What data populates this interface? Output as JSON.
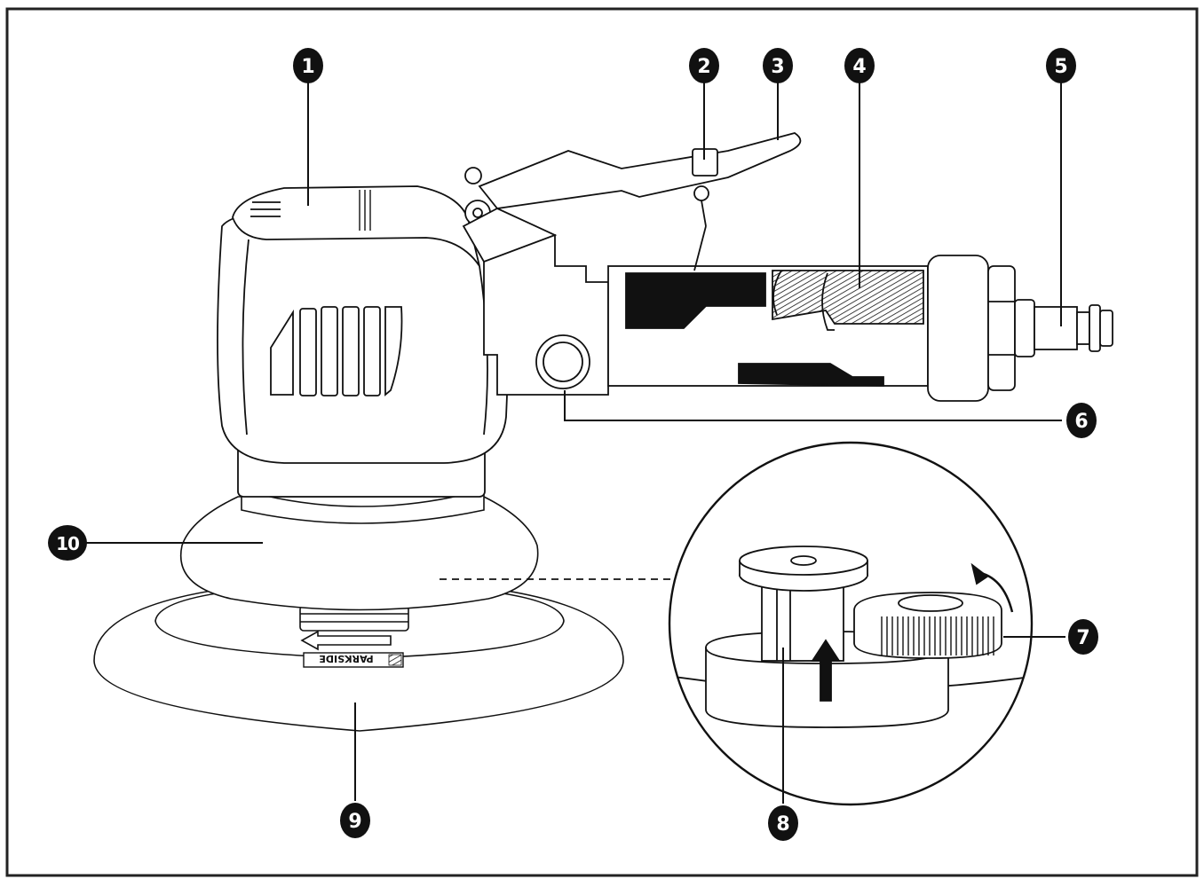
{
  "diagram": {
    "brand_label": "PARKSIDE",
    "callouts": [
      {
        "number": "1"
      },
      {
        "number": "2"
      },
      {
        "number": "3"
      },
      {
        "number": "4"
      },
      {
        "number": "5"
      },
      {
        "number": "6"
      },
      {
        "number": "7"
      },
      {
        "number": "8"
      },
      {
        "number": "9"
      },
      {
        "number": "10"
      }
    ],
    "colors": {
      "ink": "#111111",
      "paper": "#ffffff",
      "frame": "#222222"
    }
  }
}
